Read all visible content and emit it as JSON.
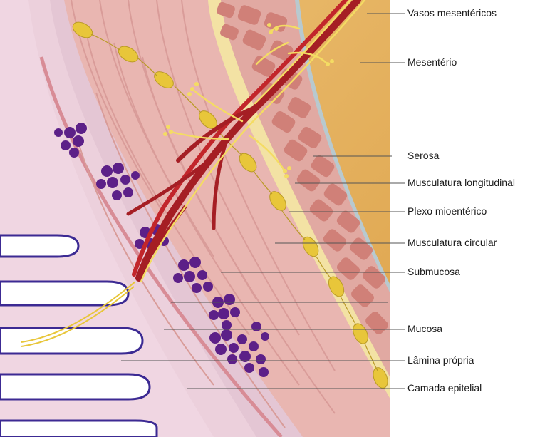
{
  "figure": {
    "labels": {
      "vasos": "Vasos mesentéricos",
      "mesenterio": "Mesentério",
      "serosa": "Serosa",
      "long": "Musculatura longitudinal",
      "plexo": "Plexo mioentérico",
      "circ": "Musculatura circular",
      "submucosa": "Submucosa",
      "mucosa": "Mucosa",
      "lamina": "Lâmina própria",
      "epitelial": "Camada epitelial"
    },
    "colors": {
      "mesentery": "#e6b35c",
      "serosa": "#b8c9cf",
      "longitudinal_muscle": "#e1a9a2",
      "muscle_cell": "#d08078",
      "plexus_band": "#f3e2a4",
      "ganglion": "#e8c63a",
      "circular_muscle": "#e9b6b1",
      "submucosa": "#e4c6d4",
      "gland": "#5c2088",
      "villus_outline": "#3c2a93",
      "vessel": "#a51e24",
      "nerve": "#f4dc63"
    }
  }
}
